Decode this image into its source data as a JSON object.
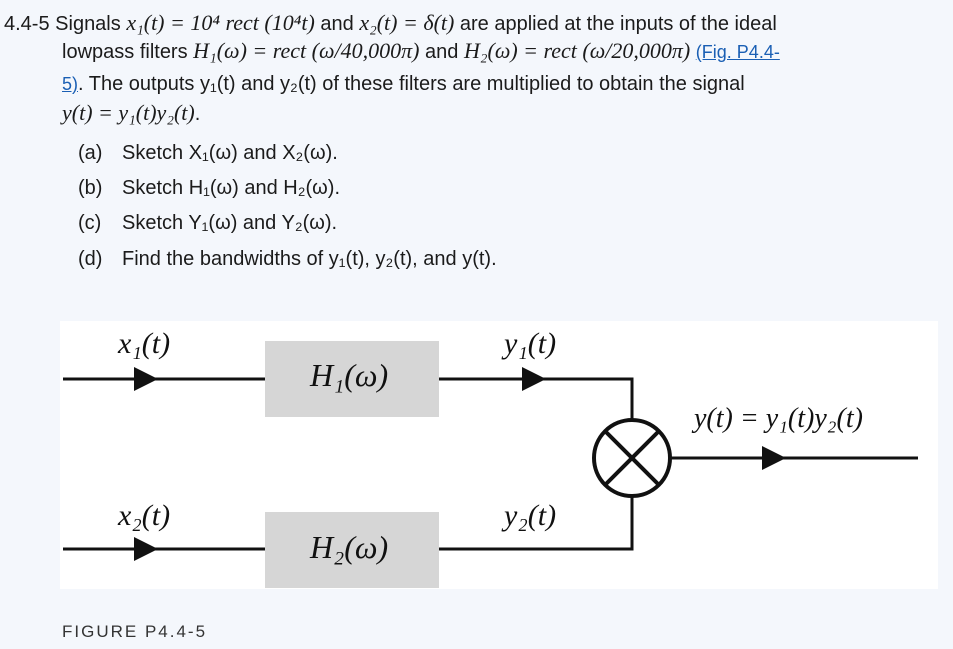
{
  "problem": {
    "number": "4.4-5",
    "line1_a": "Signals",
    "x1_def": "x₁(t) = 10⁴ rect (10⁴t)",
    "and1": "and",
    "x2_def": "x₂(t) = δ(t)",
    "line1_b": "are applied at the inputs of the ideal",
    "line2_a": "lowpass filters",
    "h1_def": "H₁(ω) = rect (ω/40,000π)",
    "and2": "and",
    "h2_def": "H₂(ω) = rect (ω/20,000π)",
    "fig_link": "(Fig. P4.4-",
    "fig_link_2": "5)",
    "line3": ". The outputs y₁(t) and y₂(t) of these filters are multiplied to obtain the signal",
    "y_def": "y(t) = y₁(t)y₂(t)",
    "y_end": "."
  },
  "parts": [
    {
      "tag": "(a)",
      "text": "Sketch X₁(ω) and X₂(ω)."
    },
    {
      "tag": "(b)",
      "text": "Sketch H₁(ω) and H₂(ω)."
    },
    {
      "tag": "(c)",
      "text": "Sketch Y₁(ω) and Y₂(ω)."
    },
    {
      "tag": "(d)",
      "text": "Find the bandwidths of y₁(t), y₂(t), and y(t)."
    }
  ],
  "figure": {
    "x1": "x₁(t)",
    "x2": "x₂(t)",
    "h1": "H₁(ω)",
    "h2": "H₂(ω)",
    "y1": "y₁(t)",
    "y2": "y₂(t)",
    "y_out": "y(t) = y₁(t)y₂(t)",
    "caption": "FIGURE P4.4-5",
    "block_color": "#d6d6d6"
  }
}
